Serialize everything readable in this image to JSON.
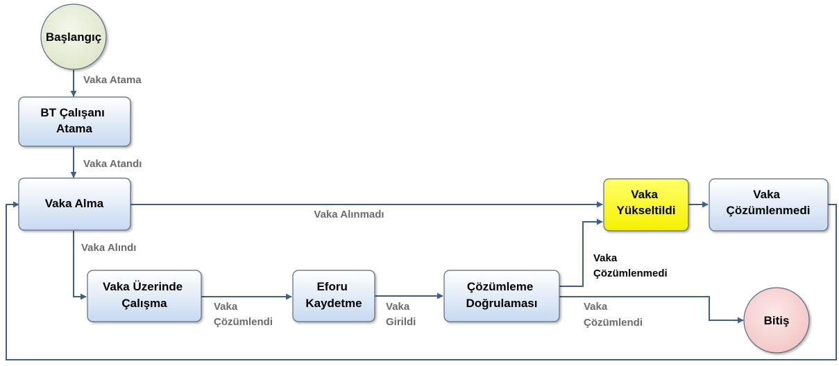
{
  "colors": {
    "box_fill_top": "#ffffff",
    "box_fill_bottom": "#c6d9f1",
    "box_stroke": "#5a6b7c",
    "highlight_fill": "#ffff33",
    "start_fill": "#e9f0dc",
    "end_fill": "#f8d6d6",
    "connector": "#3e5f86",
    "label_gray": "#6b6b6b"
  },
  "nodes": {
    "start": {
      "lines": [
        "Başlangıç"
      ]
    },
    "assign": {
      "lines": [
        "BT Çalışanı",
        "Atama"
      ]
    },
    "receive": {
      "lines": [
        "Vaka Alma"
      ]
    },
    "work": {
      "lines": [
        "Vaka Üzerinde",
        "Çalışma"
      ]
    },
    "effort": {
      "lines": [
        "Eforu",
        "Kaydetme"
      ]
    },
    "verify": {
      "lines": [
        "Çözümleme",
        "Doğrulaması"
      ]
    },
    "escalated": {
      "lines": [
        "Vaka",
        "Yükseltildi"
      ]
    },
    "unresolved": {
      "lines": [
        "Vaka",
        "Çözümlenmedi"
      ]
    },
    "end": {
      "lines": [
        "Bitiş"
      ]
    }
  },
  "edges": {
    "start_assign": {
      "lines": [
        "Vaka Atama"
      ]
    },
    "assign_receive": {
      "lines": [
        "Vaka Atandı"
      ]
    },
    "receive_escalated": {
      "lines": [
        "Vaka Alınmadı"
      ]
    },
    "receive_work": {
      "lines": [
        "Vaka Alındı"
      ]
    },
    "work_effort": {
      "lines": [
        "Vaka",
        "Çözümlendi"
      ]
    },
    "effort_verify": {
      "lines": [
        "Vaka",
        "Girildi"
      ]
    },
    "verify_escalated": {
      "lines": [
        "Vaka",
        "Çözümlenmedi"
      ]
    },
    "verify_end": {
      "lines": [
        "Vaka",
        "Çözümlendi"
      ]
    }
  }
}
